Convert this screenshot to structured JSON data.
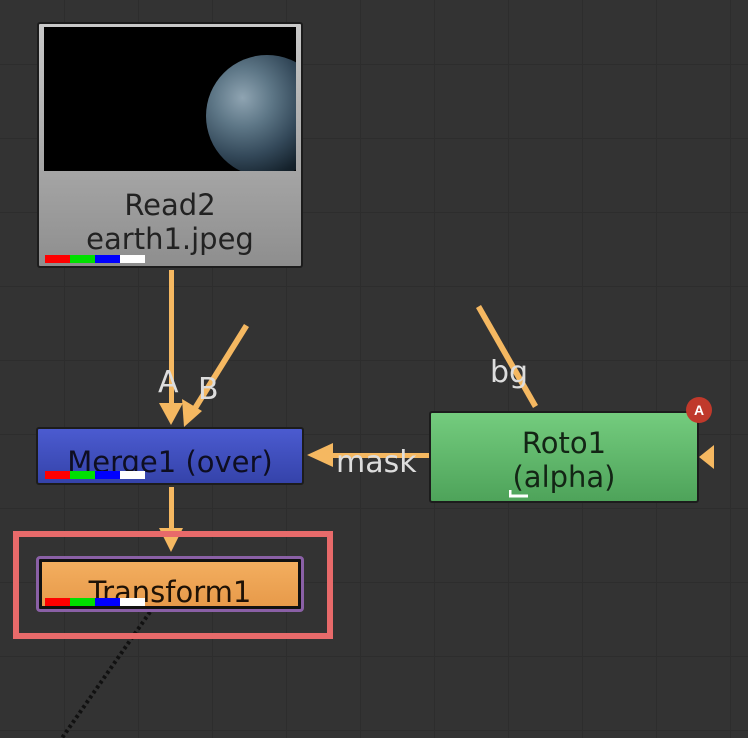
{
  "colors": {
    "canvas_bg": "#333333",
    "wire": "#f5b861",
    "read_node": "#a9a9a9",
    "merge_node": "#3f4fc0",
    "roto_node": "#62b86d",
    "transform_node": "#eda452",
    "selection_outline": "#e86a6a",
    "channel_red": "#ff0000",
    "channel_green": "#00e000",
    "channel_blue": "#0000ff",
    "channel_alpha": "#ffffff"
  },
  "nodes": {
    "read": {
      "name": "Read2",
      "file": "earth1.jpeg",
      "thumbnail": "earth planet render on black background",
      "channels": [
        "red",
        "green",
        "blue",
        "alpha"
      ]
    },
    "merge": {
      "label": "Merge1 (over)",
      "channels": [
        "red",
        "green",
        "blue",
        "alpha"
      ]
    },
    "roto": {
      "name": "Roto1",
      "output": "(alpha)",
      "badge": "A"
    },
    "transform": {
      "label": "Transform1",
      "channels": [
        "red",
        "green",
        "blue",
        "alpha"
      ],
      "selected": true
    }
  },
  "edges": {
    "merge_input_a": "A",
    "merge_input_b": "B",
    "roto_input_bg": "bg",
    "merge_mask_input": "mask"
  },
  "icons": {
    "input_arrow": "triangle-left-icon",
    "channel_swatch": "channel-swatch-icon"
  }
}
